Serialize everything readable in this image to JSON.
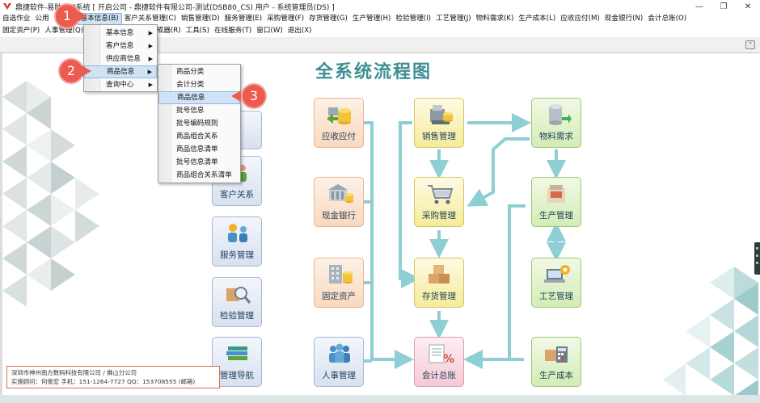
{
  "window": {
    "title": "鼎捷软件-易助ERP系统  [ 开启公司 - 鼎捷软件有限公司-测试(DSB80_CS)    用户 - 系统管理员(DS) ]",
    "controls": [
      "—",
      "❐",
      "✕"
    ]
  },
  "menu_row1": [
    "自选作业",
    "公用",
    "",
    "基本信息(B)",
    "客户关系管理(C)",
    "销售管理(D)",
    "服务管理(E)",
    "采购管理(F)",
    "存货管理(G)",
    "生产管理(H)",
    "检验管理(I)",
    "工艺管理(J)",
    "物料需求(K)",
    "生产成本(L)",
    "应收应付(M)",
    "现金银行(N)",
    "会计总账(O)"
  ],
  "menu_row2": [
    "固定资产(P)",
    "人事管理(Q)",
    "",
    "",
    "生成器(R)",
    "工具(S)",
    "在线服务(T)",
    "窗口(W)",
    "退出(X)"
  ],
  "submenu1": [
    {
      "label": "基本信息",
      "has_sub": true
    },
    {
      "label": "客户信息",
      "has_sub": true
    },
    {
      "label": "供应商信息",
      "has_sub": true
    },
    {
      "label": "商品信息",
      "has_sub": true
    },
    {
      "label": "查询中心",
      "has_sub": true
    }
  ],
  "submenu2": [
    "商品分类",
    "会计分类",
    "商品信息",
    "批号信息",
    "批号编码规则",
    "商品组合关系",
    "商品信息清单",
    "批号信息清单",
    "商品组合关系清单"
  ],
  "callouts": [
    "1",
    "2",
    "3"
  ],
  "flow_title": "全系统流程图",
  "modules": {
    "ar_ap": "应收应付",
    "sales": "销售管理",
    "mrp": "物料需求",
    "cash_bank": "现金银行",
    "purchase": "采购管理",
    "production": "生产管理",
    "fixed_assets": "固定资产",
    "inventory": "存货管理",
    "process": "工艺管理",
    "hr": "人事管理",
    "gl": "会计总账",
    "cost": "生产成本",
    "crm": "客户关系",
    "service": "服务管理",
    "inspection": "检验管理",
    "nav": "管理导航"
  },
  "info": {
    "line1": "深圳市神州南方数码科技有限公司 / 佛山分公司",
    "line2": "实施顾问：何俊宏  手机：151-1264-7727   QQ：153708555  (邮箱)"
  },
  "colors": {
    "title_teal": "#3d8f94",
    "flow_arrow": "#8ecfd3",
    "callout_red": "#eb5b4f",
    "highlight": "#d0e3f6"
  }
}
